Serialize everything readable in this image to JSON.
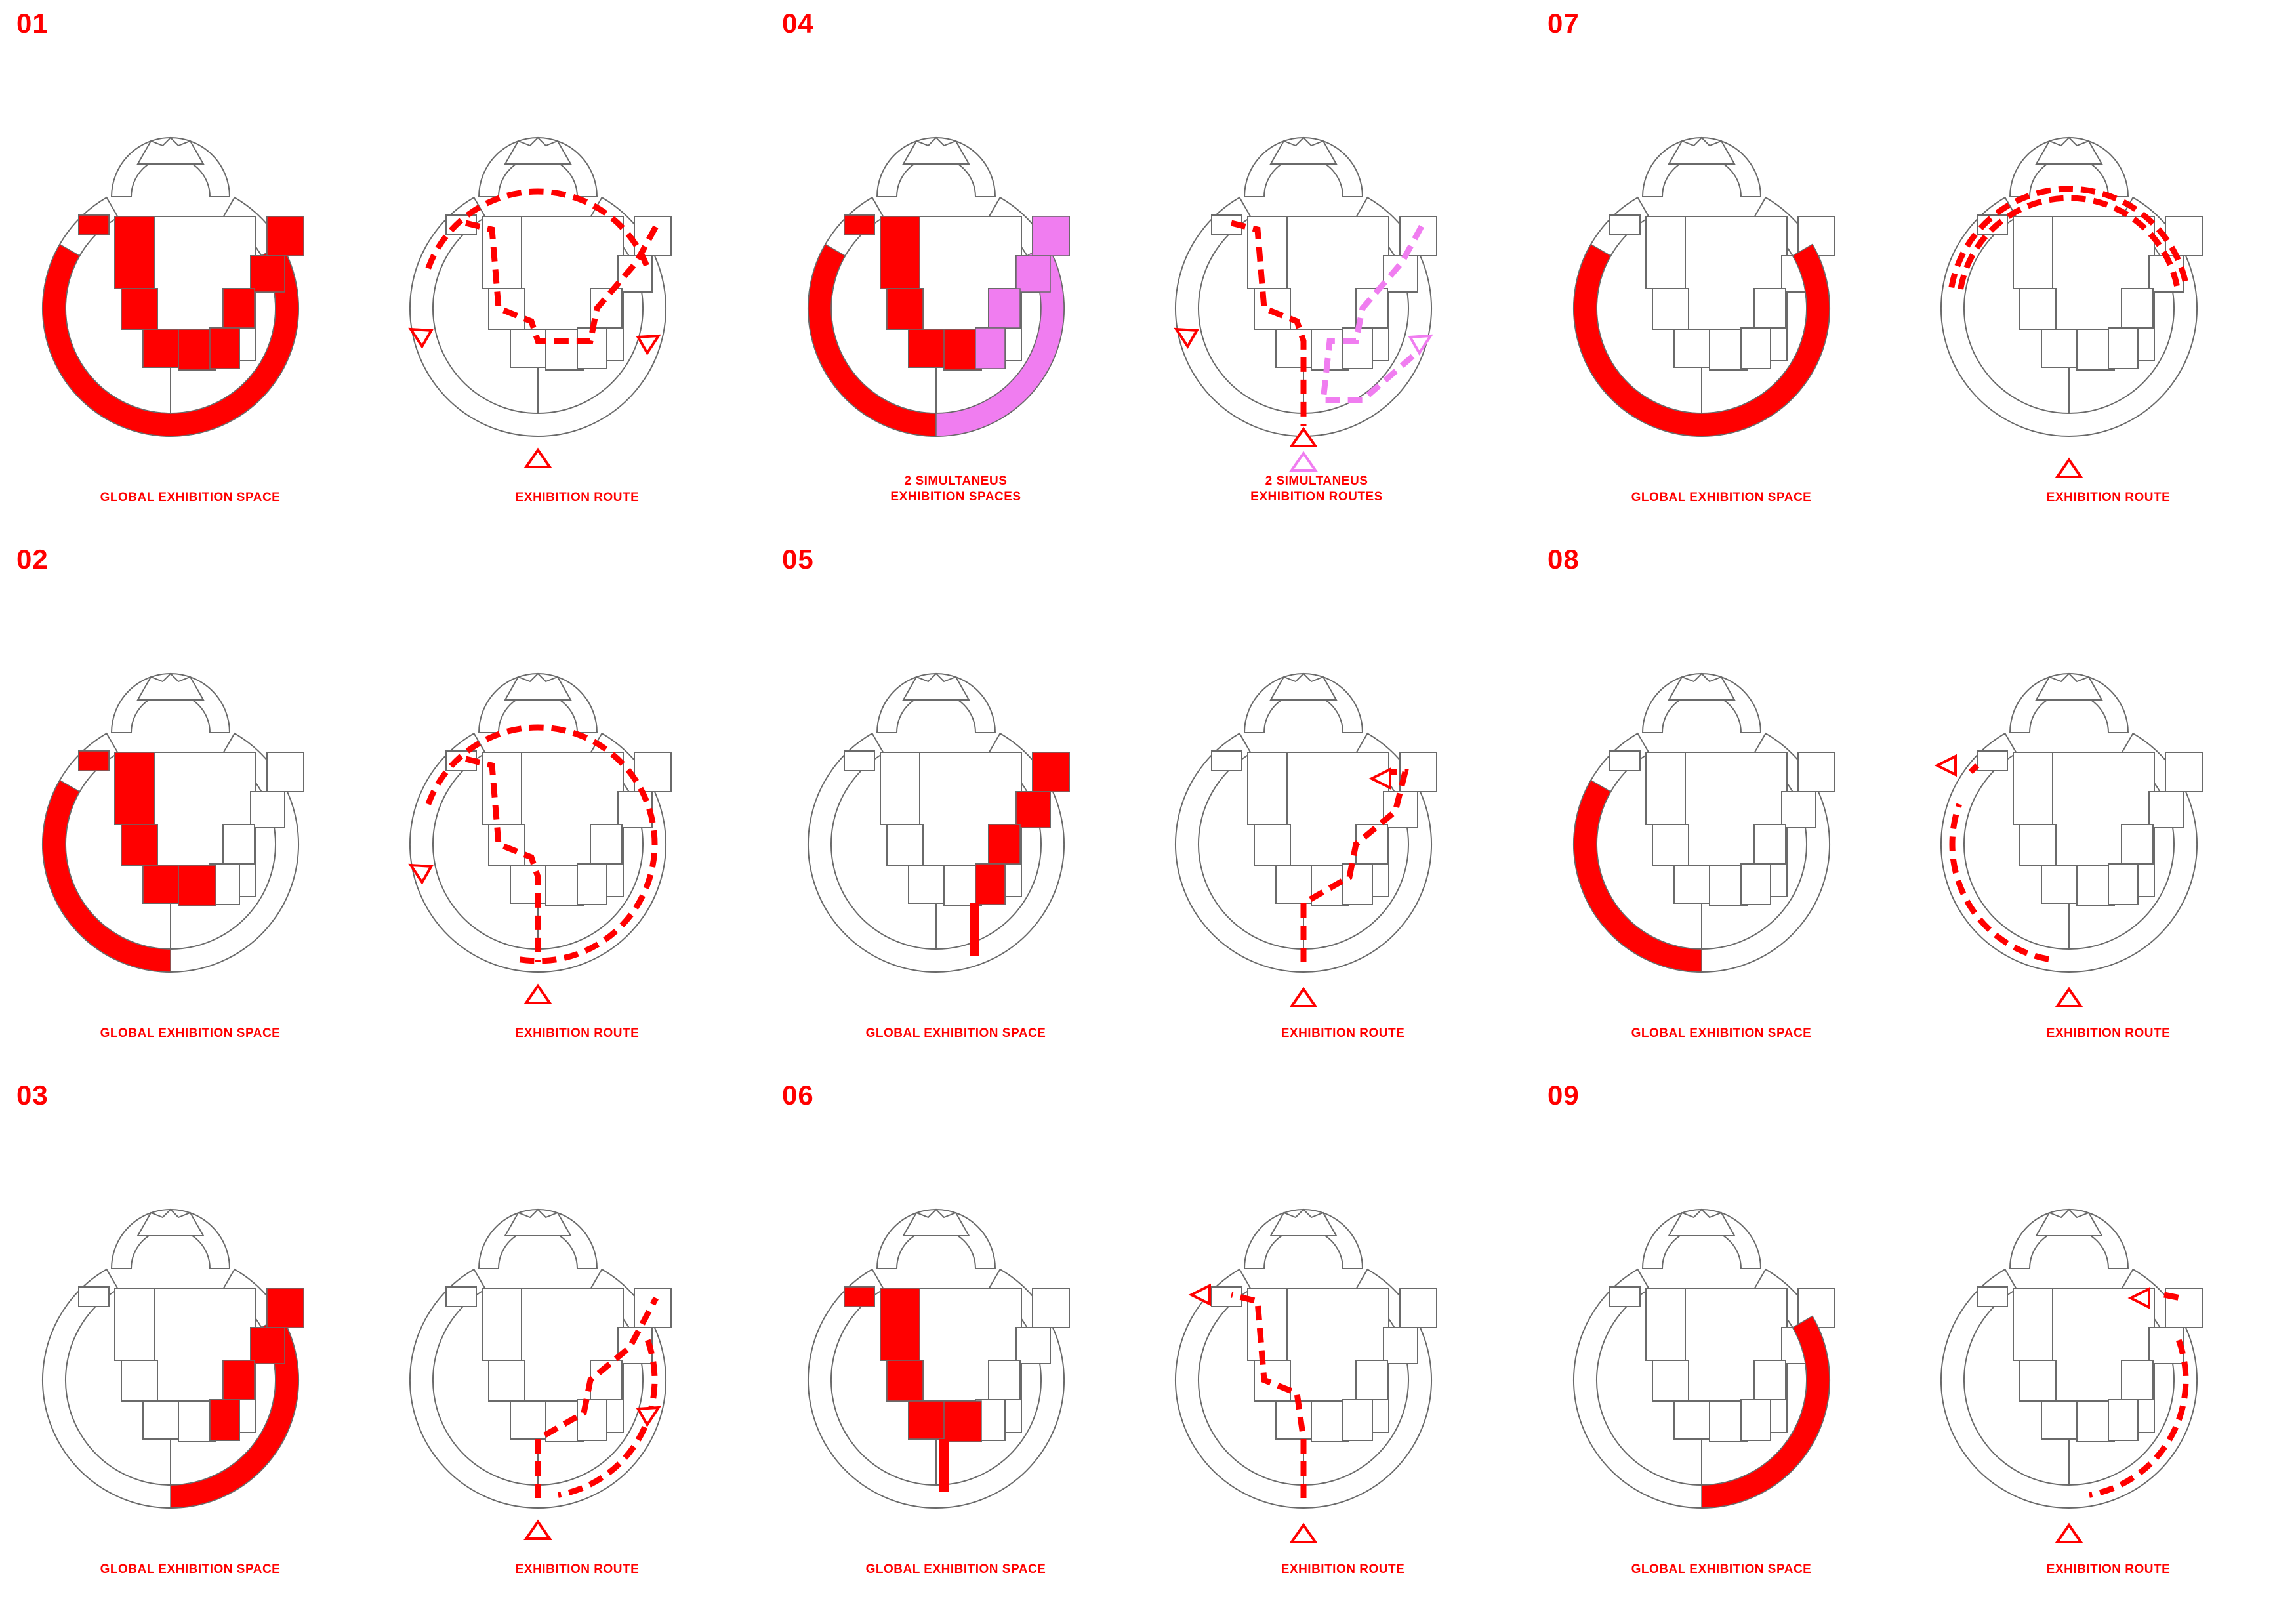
{
  "colors": {
    "accent": "#ff0000",
    "secondary": "#f07df0",
    "outline": "#6a6a6a",
    "background": "#ffffff"
  },
  "panels": [
    {
      "number": "01",
      "space_label": "GLOBAL EXHIBITION SPACE",
      "route_label": "EXHIBITION ROUTE"
    },
    {
      "number": "04",
      "space_label": "2  SIMULTANEUS\nEXHIBITION SPACES",
      "route_label": "2  SIMULTANEUS\nEXHIBITION ROUTES"
    },
    {
      "number": "07",
      "space_label": "GLOBAL EXHIBITION SPACE",
      "route_label": "EXHIBITION ROUTE"
    },
    {
      "number": "02",
      "space_label": "GLOBAL EXHIBITION SPACE",
      "route_label": "EXHIBITION ROUTE"
    },
    {
      "number": "05",
      "space_label": "GLOBAL EXHIBITION SPACE",
      "route_label": "EXHIBITION ROUTE"
    },
    {
      "number": "08",
      "space_label": "GLOBAL EXHIBITION SPACE",
      "route_label": "EXHIBITION ROUTE"
    },
    {
      "number": "03",
      "space_label": "GLOBAL EXHIBITION SPACE",
      "route_label": "EXHIBITION ROUTE"
    },
    {
      "number": "06",
      "space_label": "GLOBAL EXHIBITION SPACE",
      "route_label": "EXHIBITION ROUTE"
    },
    {
      "number": "09",
      "space_label": "GLOBAL EXHIBITION SPACE",
      "route_label": "EXHIBITION ROUTE"
    }
  ]
}
